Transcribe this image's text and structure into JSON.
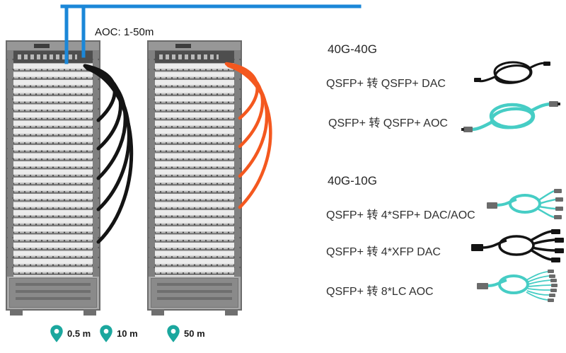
{
  "diagram": {
    "aoc_label": "AOC: 1-50m"
  },
  "product_list": {
    "groups": [
      {
        "heading": "40G-40G",
        "items": [
          {
            "label": "QSFP+ 转 QSFP+ DAC",
            "icon": "black-dac-coil"
          },
          {
            "label": "QSFP+ 转 QSFP+ AOC",
            "icon": "aqua-aoc-coil"
          }
        ]
      },
      {
        "heading": "40G-10G",
        "items": [
          {
            "label": "QSFP+ 转 4*SFP+ DAC/AOC",
            "icon": "aqua-breakout-cable"
          },
          {
            "label": "QSFP+ 转 4*XFP DAC",
            "icon": "black-breakout-cable"
          },
          {
            "label": "QSFP+ 转 8*LC AOC",
            "icon": "aqua-lc-breakout-cable"
          }
        ]
      }
    ]
  },
  "legend": {
    "items": [
      {
        "label": "0.5 m"
      },
      {
        "label": "10 m"
      },
      {
        "label": "50 m"
      }
    ]
  },
  "colors": {
    "uplink_blue": "#1b87d8",
    "cable_black": "#141414",
    "cable_orange": "#f4581f",
    "cable_aqua": "#46cdc5",
    "connector_gray": "#6b6b6b",
    "pin_teal": "#1ba79e"
  }
}
